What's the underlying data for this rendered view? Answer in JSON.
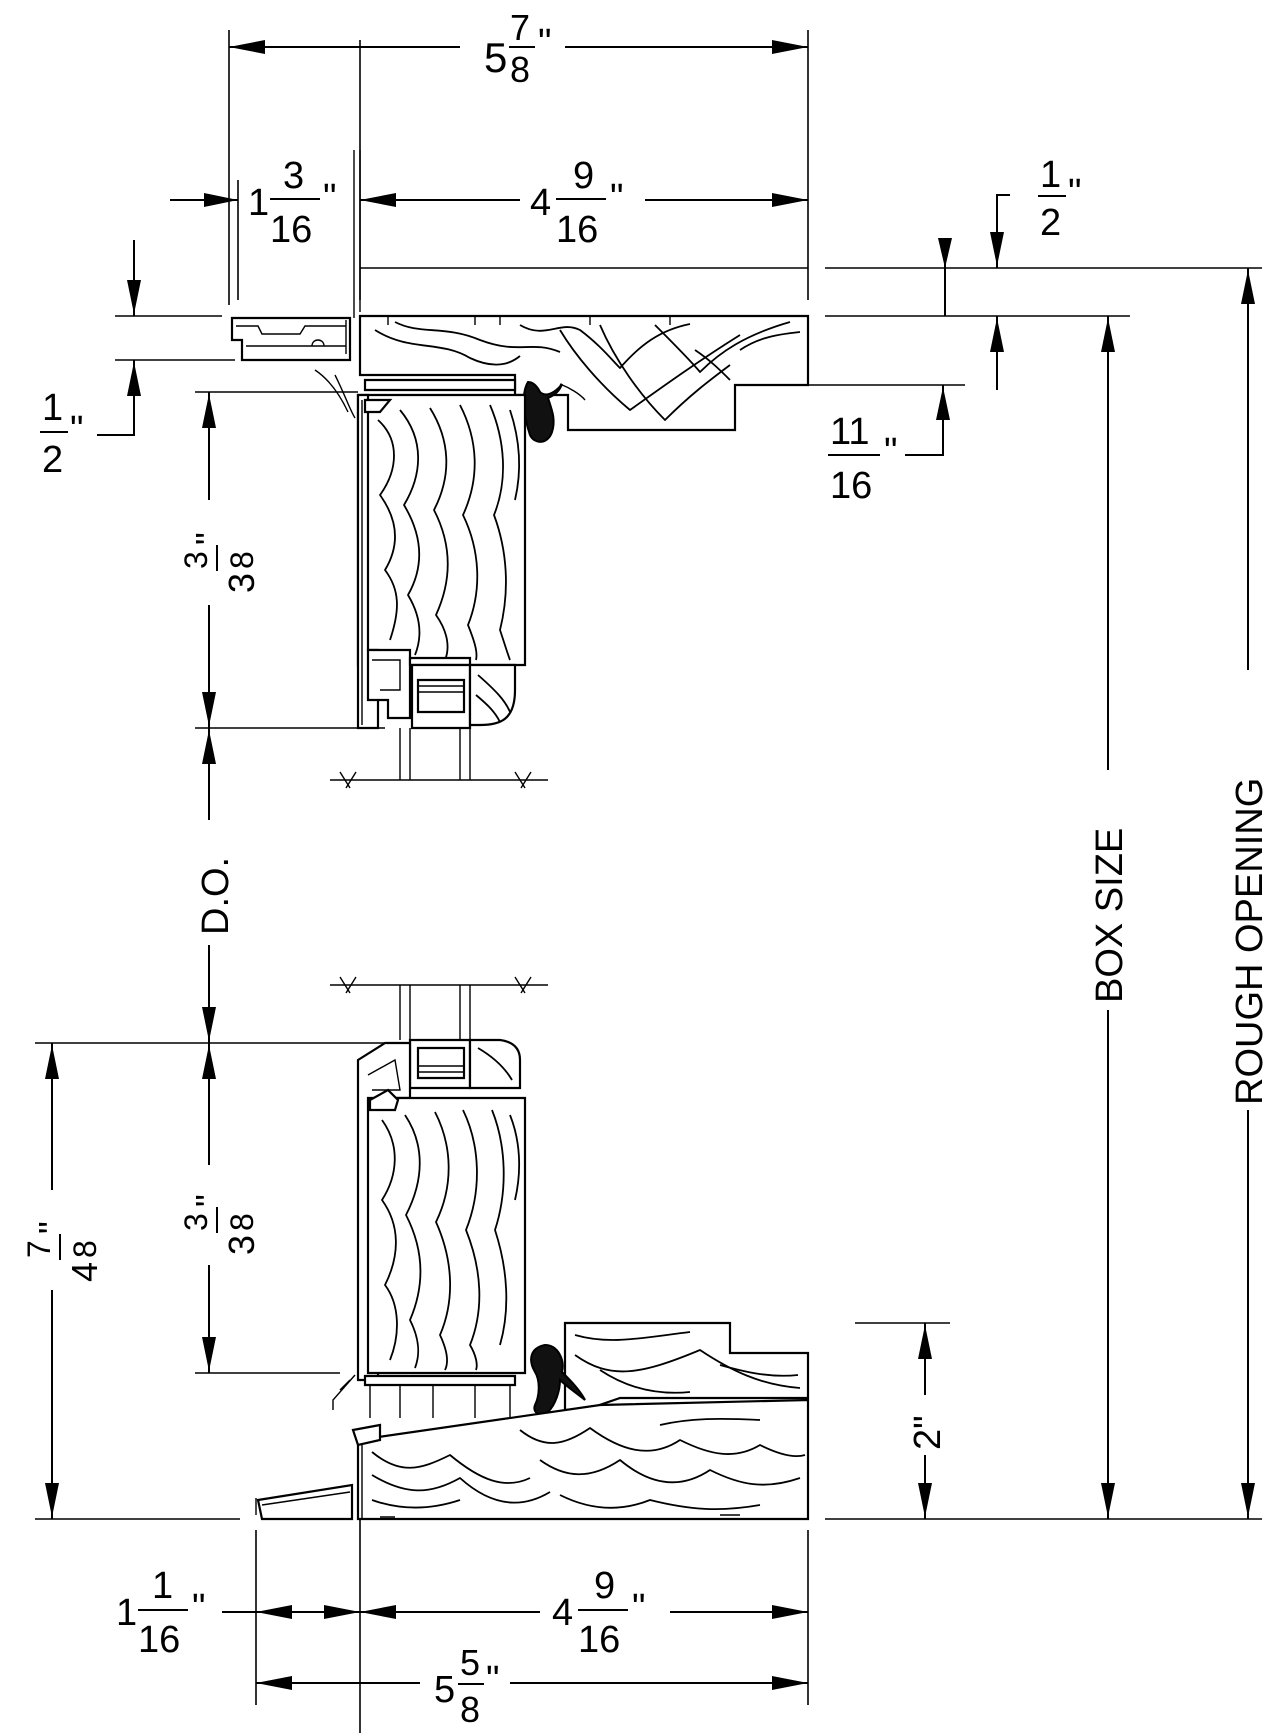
{
  "drawing": {
    "dims": {
      "top_overall": {
        "whole": "5",
        "num": "7",
        "den": "8",
        "mark": "\""
      },
      "top_left": {
        "whole": "1",
        "num": "3",
        "den": "16",
        "mark": "\""
      },
      "top_right": {
        "whole": "4",
        "num": "9",
        "den": "16",
        "mark": "\""
      },
      "top_half_right": {
        "whole": "",
        "num": "1",
        "den": "2",
        "mark": "\""
      },
      "top_half_left": {
        "whole": "",
        "num": "1",
        "den": "2",
        "mark": "\""
      },
      "eleven_sixteenths": {
        "whole": "",
        "num": "11",
        "den": "16",
        "mark": "\""
      },
      "upper_sash": {
        "whole": "3",
        "num": "3",
        "den": "8",
        "mark": "\""
      },
      "lower_sash": {
        "whole": "3",
        "num": "3",
        "den": "8",
        "mark": "\""
      },
      "sill_left": {
        "whole": "4",
        "num": "7",
        "den": "8",
        "mark": "\""
      },
      "two_inch": {
        "text": "2\""
      },
      "bottom_left": {
        "whole": "1",
        "num": "1",
        "den": "16",
        "mark": "\""
      },
      "bottom_right": {
        "whole": "4",
        "num": "9",
        "den": "16",
        "mark": "\""
      },
      "bottom_overall": {
        "whole": "5",
        "num": "5",
        "den": "8",
        "mark": "\""
      }
    },
    "labels": {
      "day_opening": "D.O.",
      "box_size": "BOX SIZE",
      "rough_opening": "ROUGH OPENING"
    }
  }
}
